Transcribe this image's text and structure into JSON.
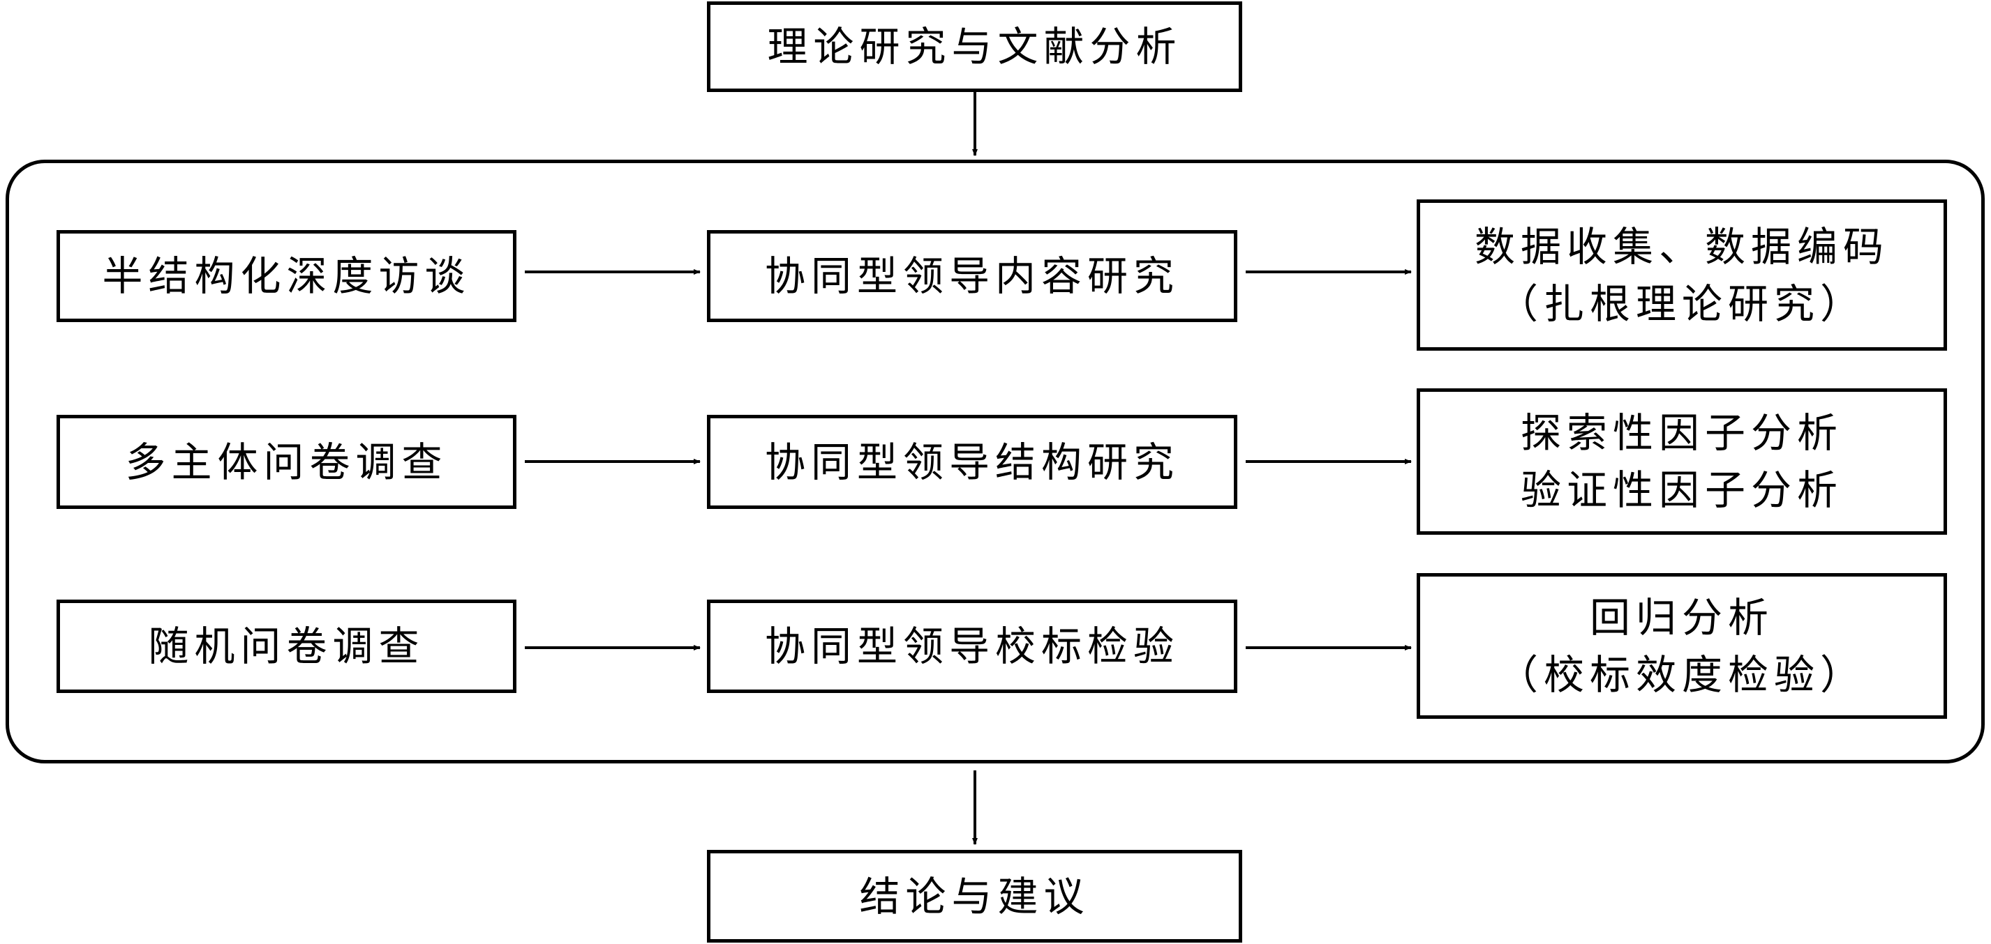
{
  "top": {
    "label": "理论研究与文献分析"
  },
  "rows": [
    {
      "method": "半结构化深度访谈",
      "content": "协同型领导内容研究",
      "analysis": [
        "数据收集、数据编码",
        "（扎根理论研究）"
      ]
    },
    {
      "method": "多主体问卷调查",
      "content": "协同型领导结构研究",
      "analysis": [
        "探索性因子分析",
        "验证性因子分析"
      ]
    },
    {
      "method": "随机问卷调查",
      "content": "协同型领导校标检验",
      "analysis": [
        "回归分析",
        "（校标效度检验）"
      ]
    }
  ],
  "bottom": {
    "label": "结论与建议"
  }
}
